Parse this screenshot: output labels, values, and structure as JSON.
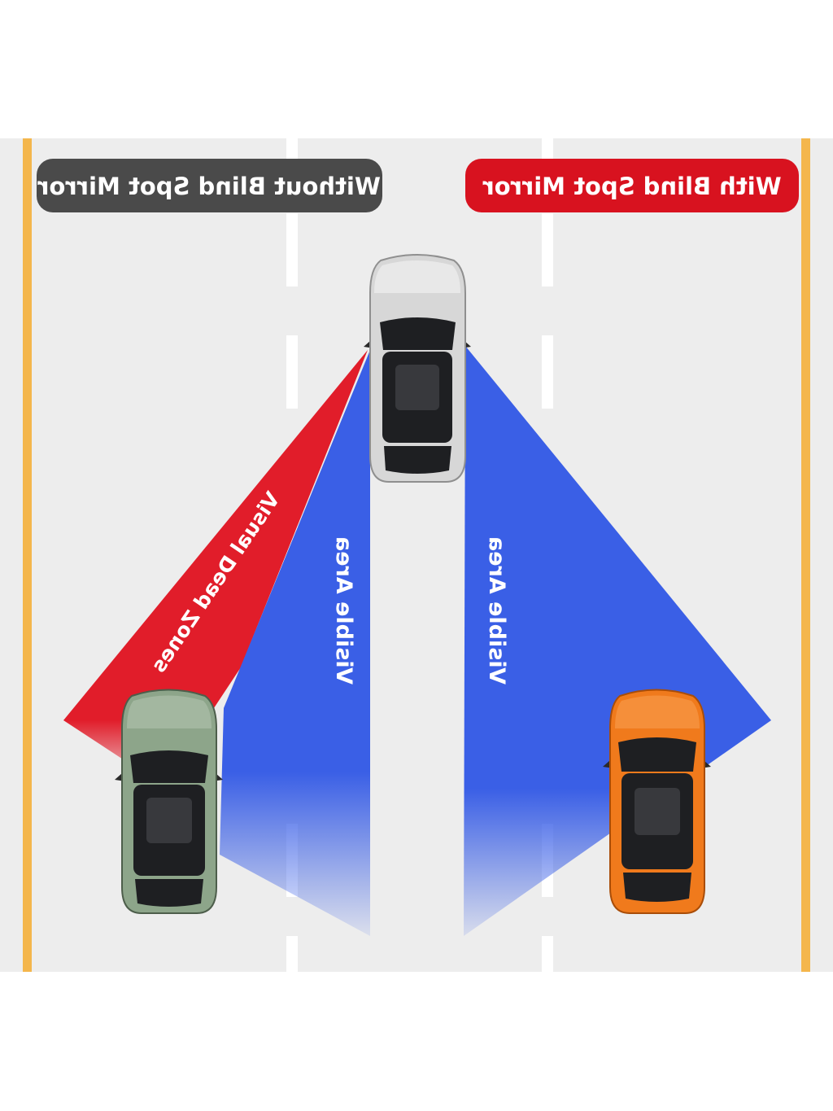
{
  "labels": {
    "left_badge": "Without Blind Spot Mirror",
    "right_badge": "With Blind Spot Mirror",
    "dead_zone": "Visual Dead Zones",
    "visible_left": "Visible Area",
    "visible_right": "Visible Area"
  },
  "colors": {
    "road": "#ededed",
    "edge_line": "#f4b64c",
    "lane_dash": "#ffffff",
    "left_badge_bg": "#4a4a4a",
    "right_badge_bg": "#d8121f",
    "dead_zone": "#e11d2a",
    "visible": "#3a5fe6",
    "car_white": "#d7d7d7",
    "car_green": "#8da58a",
    "car_orange": "#f07a1c",
    "glass": "#1e1f22"
  },
  "icons": [
    "white-car-icon",
    "green-car-icon",
    "orange-car-icon"
  ]
}
